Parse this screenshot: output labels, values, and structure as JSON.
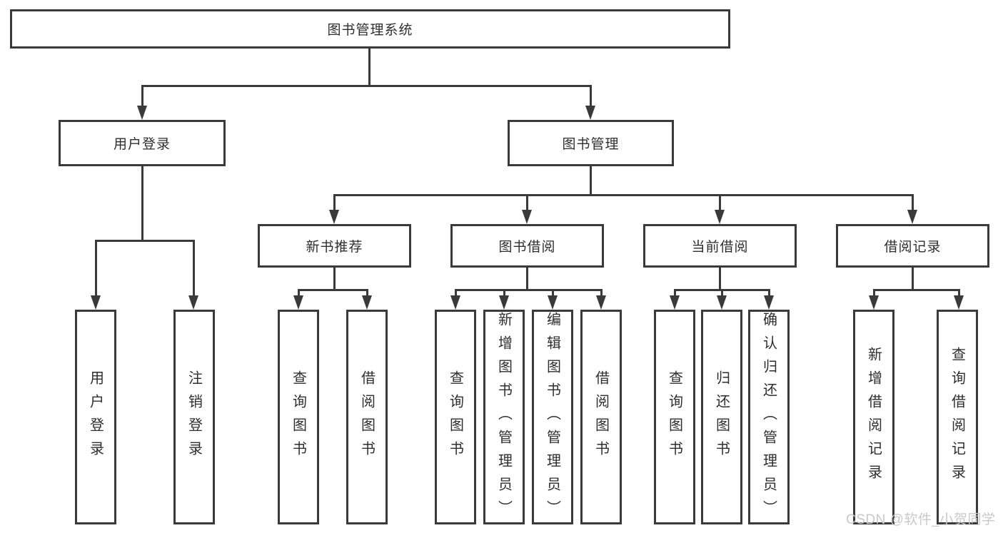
{
  "diagram": {
    "title": "图书管理系统",
    "labels": {
      "root": "图书管理系统",
      "l2": [
        "用户登录",
        "图书管理"
      ],
      "l3": [
        "新书推荐",
        "图书借阅",
        "当前借阅",
        "借阅记录"
      ],
      "leaves_login": [
        "用户登录",
        "注销登录"
      ],
      "leaves_recommend": [
        "查询图书",
        "借阅图书"
      ],
      "leaves_borrow": [
        "查询图书",
        "新增图书（管理员）",
        "编辑图书（管理员）",
        "借阅图书"
      ],
      "leaves_current": [
        "查询图书",
        "归还图书",
        "确认归还（管理员）"
      ],
      "leaves_records": [
        "新增借阅记录",
        "查询借阅记录"
      ]
    }
  },
  "watermark": {
    "text": "CSDN @软件_小贺同学"
  },
  "colors": {
    "line": "#3a3a3a",
    "text": "#2e2e2e",
    "watermark": "#c9c9c9",
    "background": "#ffffff"
  }
}
